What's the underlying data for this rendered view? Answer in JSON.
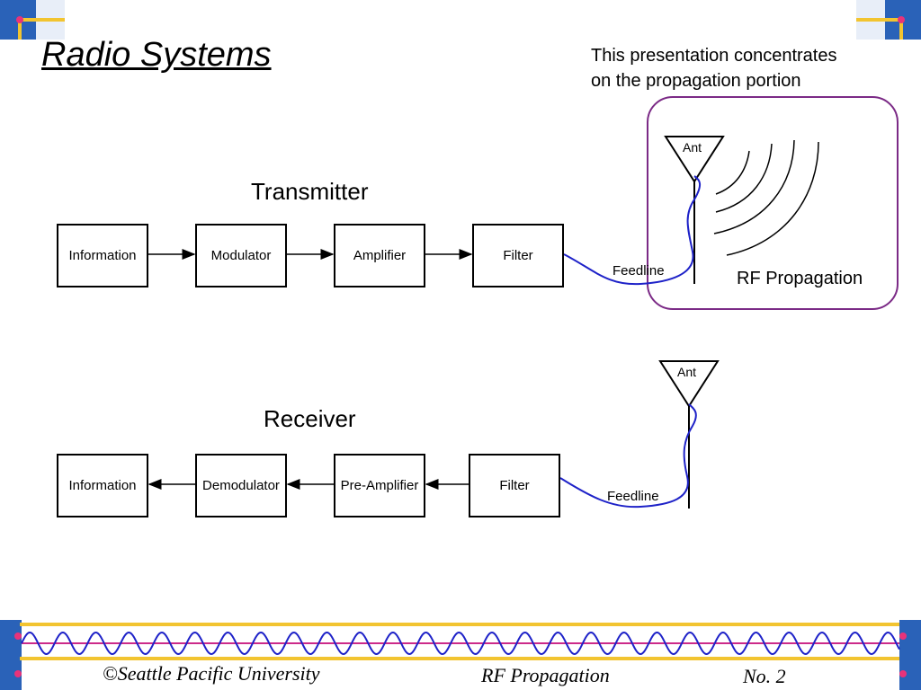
{
  "slide": {
    "title": "Radio Systems",
    "note_line1": "This presentation concentrates",
    "note_line2": "on the propagation portion"
  },
  "transmitter": {
    "heading": "Transmitter",
    "blocks": [
      "Information",
      "Modulator",
      "Amplifier",
      "Filter"
    ],
    "feedline": "Feedline",
    "antenna": "Ant"
  },
  "receiver": {
    "heading": "Receiver",
    "blocks": [
      "Information",
      "Demodulator",
      "Pre-Amplifier",
      "Filter"
    ],
    "feedline": "Feedline",
    "antenna": "Ant"
  },
  "propagation": {
    "label": "RF Propagation"
  },
  "footer": {
    "left": "©Seattle Pacific University",
    "center": "RF Propagation",
    "right": "No. 2"
  },
  "colors": {
    "feedline": "#1e22c8",
    "highlight_border": "#7b2a86",
    "footer_band": "#f2c430",
    "footer_line": "#cc2a8a",
    "corner_blue": "#2a62b8"
  }
}
